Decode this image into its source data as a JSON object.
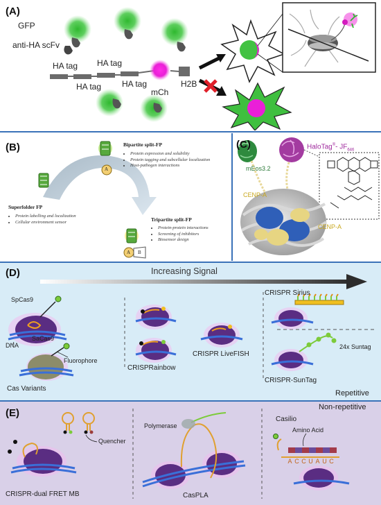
{
  "panel_a": {
    "label": "(A)",
    "gfp": "GFP",
    "scfv": "anti-HA scFv",
    "ha1": "HA tag",
    "ha2": "HA tag",
    "ha3": "HA tag",
    "ha4": "HA tag",
    "mch": "mCh",
    "h2b": "H2B"
  },
  "panel_b": {
    "label": "(B)",
    "superfolder_title": "Superfolder FP",
    "superfolder_items": [
      "Protein labelling and localization",
      "Cellular environment sensor"
    ],
    "bipartite_title": "Bipartite split-FP",
    "bipartite_items": [
      "Protein expression and solubility",
      "Protein tagging and subcellular localization",
      "Host-pathogen interactions"
    ],
    "tripartite_title": "Tripartite split-FP",
    "tripartite_items": [
      "Protein-protein interactions",
      "Screening of inhibitors",
      "Biosensor design"
    ],
    "frag_a": "A",
    "frag_a2": "A",
    "frag_b": "B"
  },
  "panel_c": {
    "label": "(C)",
    "halotag": "HaloTag",
    "halotag_reg": "®",
    "halotag_dye": "- JF",
    "halotag_sub": "646",
    "meos": "mEos3.2",
    "cenpa_left": "CENP-A",
    "cenpa_right": "CENP-A"
  },
  "panel_d": {
    "label": "(D)",
    "title": "Increasing Signal",
    "spcas9": "SpCas9",
    "sacas9": "SaCas9",
    "dna": "DNA",
    "fluorophore": "Fluorophore",
    "cas_variants": "Cas Variants",
    "crisprainbow": "CRISPRainbow",
    "livefish": "CRISPR LiveFISH",
    "sirius": "CRISPR Sirius",
    "suntag_count": "24x Suntag",
    "suntag": "CRISPR-SunTag",
    "repetitive": "Repetitive"
  },
  "panel_e": {
    "label": "(E)",
    "nonrepetitive": "Non-repetitive",
    "quencher": "Quencher",
    "fret": "CRISPR-dual FRET MB",
    "polymerase": "Polymerase",
    "caspla": "CasPLA",
    "casilio": "Casilio",
    "amino_acid": "Amino Acid",
    "rna_seq": [
      "A",
      "C",
      "C",
      "U",
      "A",
      "U",
      "C"
    ]
  },
  "colors": {
    "separator": "#3a72b8",
    "panel_d_bg": "#d8ecf7",
    "panel_e_bg": "#d9d0e8",
    "gfp_green": "#3fbf3f",
    "mcherry": "#ea1fd8",
    "cas_purple": "#5a2d82",
    "dna_blue": "#3a6fd8"
  }
}
